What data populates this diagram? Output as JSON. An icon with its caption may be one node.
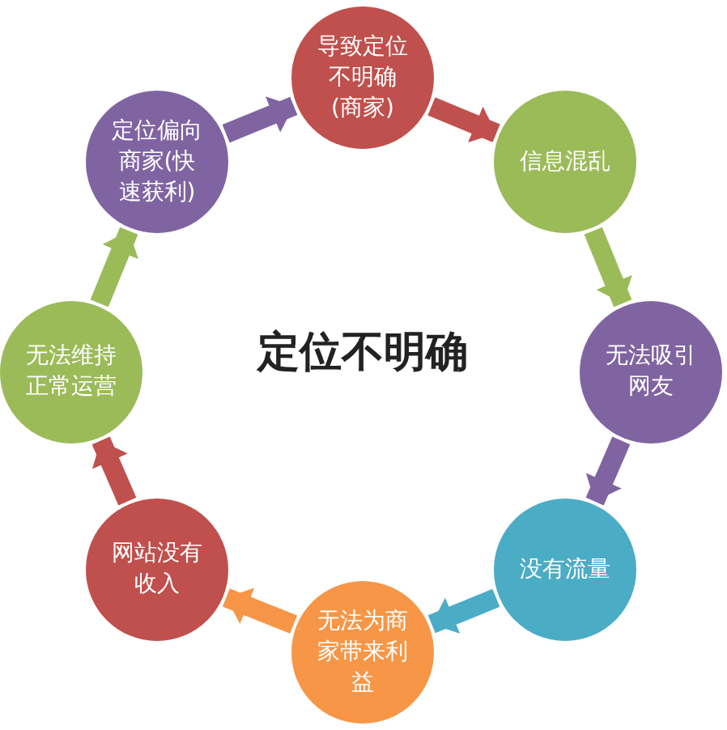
{
  "diagram": {
    "title": "定位不明确",
    "nodes": [
      {
        "text": [
          "导致定位不明确(商家)"
        ]
      },
      {
        "text": [
          "信息混乱"
        ]
      },
      {
        "text": [
          "无法吸引网友"
        ]
      },
      {
        "text": [
          "没有流量"
        ]
      },
      {
        "text": [
          "无法为商家带来利益"
        ]
      },
      {
        "text": [
          "网站没有收入"
        ]
      },
      {
        "text": [
          "无法维持正常运营"
        ]
      },
      {
        "text": [
          "定位偏向商家(快速获利)"
        ]
      }
    ],
    "edges": [
      {
        "from": 0,
        "to": 1,
        "arrow": "to",
        "color": "#c0504d"
      },
      {
        "from": 1,
        "to": 2,
        "arrow": "to",
        "color": "#9bbb59"
      },
      {
        "from": 2,
        "to": 3,
        "arrow": "to",
        "color": "#8064a2"
      },
      {
        "from": 3,
        "to": 4,
        "arrow": "to",
        "color": "#4bacc6"
      },
      {
        "from": 4,
        "to": 5,
        "arrow": "to",
        "color": "#f79646"
      },
      {
        "from": 5,
        "to": 6,
        "arrow": "to",
        "color": "#c0504d"
      },
      {
        "from": 6,
        "to": 7,
        "arrow": "to",
        "color": "#9bbb59"
      },
      {
        "from": 7,
        "to": 0,
        "arrow": "to",
        "color": "#8064a2"
      }
    ]
  }
}
